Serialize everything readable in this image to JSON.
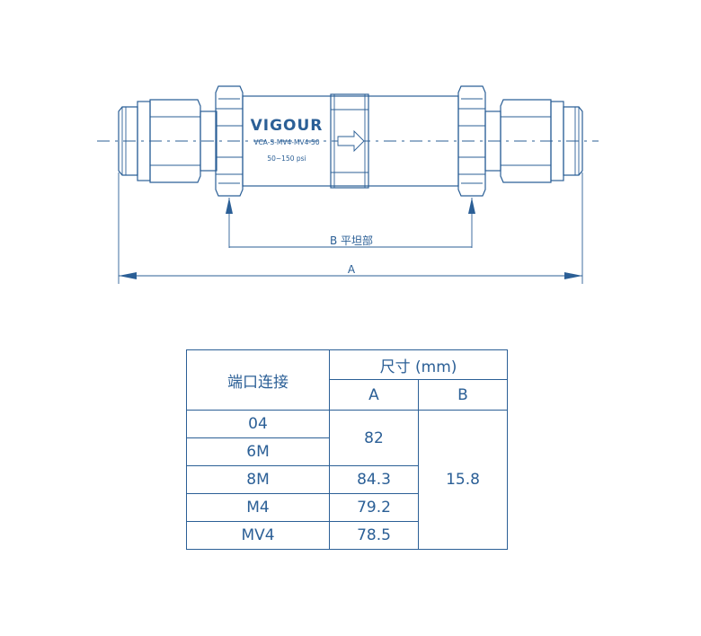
{
  "drawing": {
    "brand": "VIGOUR",
    "model": "VCA-S-MV4-MV4-50",
    "pressure": "50~150 psi",
    "dim_b_label": "B 平坦部",
    "dim_a_label": "A"
  },
  "table": {
    "port_header": "端口连接",
    "size_header": "尺寸 (mm)",
    "col_a": "A",
    "col_b": "B",
    "rows": [
      {
        "port": "04",
        "a": "82"
      },
      {
        "port": "6M"
      },
      {
        "port": "8M",
        "a": "84.3"
      },
      {
        "port": "M4",
        "a": "79.2"
      },
      {
        "port": "MV4",
        "a": "78.5"
      }
    ],
    "b_value": "15.8"
  },
  "colors": {
    "line": "#2b5f96",
    "background": "#ffffff"
  }
}
